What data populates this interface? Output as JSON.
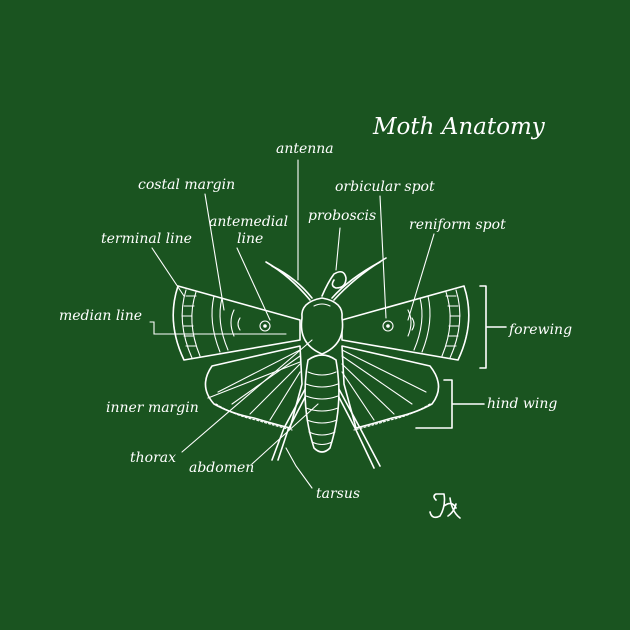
{
  "title": "Moth Anatomy",
  "labels": {
    "antenna": "antenna",
    "costal_margin": "costal margin",
    "orbicular_spot": "orbicular spot",
    "antemedial_line_1": "antemedial",
    "antemedial_line_2": "line",
    "proboscis": "proboscis",
    "reniform_spot": "reniform spot",
    "terminal_line": "terminal line",
    "median_line": "median line",
    "forewing": "forewing",
    "hind_wing": "hind wing",
    "inner_margin": "inner margin",
    "thorax": "thorax",
    "abdomen": "abdomen",
    "tarsus": "tarsus"
  },
  "colors": {
    "background": "#1a5420",
    "ink": "#ffffff"
  },
  "signature": "JH"
}
